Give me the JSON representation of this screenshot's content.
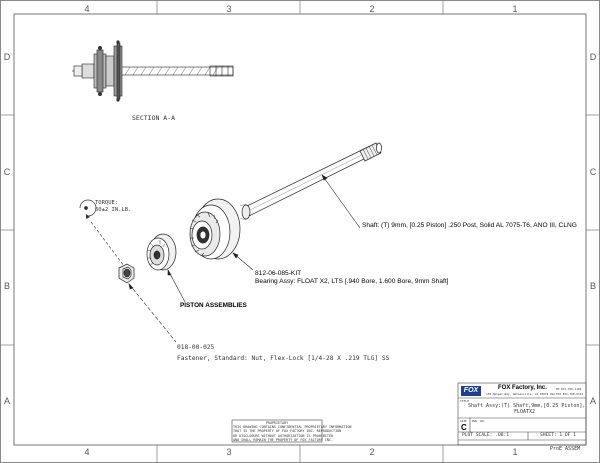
{
  "zones": {
    "columns": [
      "4",
      "3",
      "2",
      "1"
    ],
    "rows": [
      "D",
      "C",
      "B",
      "A"
    ]
  },
  "section_label": "SECTION  A-A",
  "torque_note": {
    "line1": "TORQUE:",
    "line2": "60±2 IN.LB."
  },
  "callouts": {
    "shaft": "Shaft: (T) 9mm, [0.25 Piston] .250 Post, Solid AL 7075-T6, ANO III, CLNG",
    "bearing_part": "812-06-085-KIT",
    "bearing_desc": "Bearing Assy: FLOAT X2, LTS [.940 Bore, 1.600 Bore, 9mm Shaft]",
    "piston": "PISTON ASSEMBLIES",
    "fastener_part": "018-00-025",
    "fastener_desc": "Fastener, Standard: Nut, Flex-Lock [1/4-28 X .219 TLG] SS"
  },
  "title_block": {
    "logo": "FOX",
    "company": "FOX Factory, Inc.",
    "address": "130 Hangar Way, Watsonville, CA 95076 USA",
    "phone": "PH 831-768-1100",
    "fax": "FAX 831-768-9312",
    "title_label": "TITLE",
    "title_line1": "Shaft Assy:(T) Shaft,9mm,[0.25 Piston],",
    "title_line2": "FLOATX2",
    "size_label": "SIZE",
    "size": "C",
    "dwg_label": "DWG. NO.",
    "plot_scale": "PLOT SCALE: .08:1",
    "sheet": "SHEET: 1 OF 1",
    "footer": "ProE ASSEM"
  },
  "proprietary": {
    "heading": "PROPRIETARY",
    "line1": "THIS DRAWING CONTAINS CONFIDENTIAL PROPRIETARY INFORMATION",
    "line2": "THAT IS THE PROPERTY OF FOX FACTORY INC. REPRODUCTION",
    "line3": "OR DISCLOSURE WITHOUT AUTHORIZATION IS PROHIBITED",
    "line4": "AND SHALL REMAIN THE PROPERTY OF FOX FACTORY INC."
  }
}
